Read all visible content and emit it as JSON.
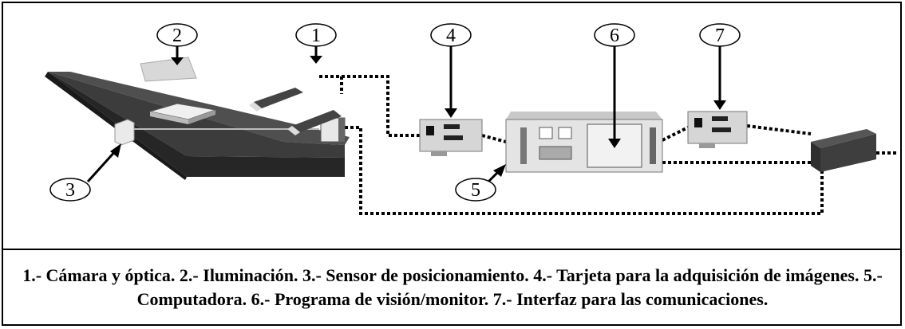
{
  "labels": [
    "1",
    "2",
    "3",
    "4",
    "5",
    "6",
    "7"
  ],
  "caption": "1.- Cámara y óptica. 2.- Iluminación. 3.- Sensor de posicionamiento. 4.- Tarjeta para la adquisición de imágenes. 5.- Computadora. 6.- Programa de visión/monitor. 7.- Interfaz para las comunicaciones.",
  "colors": {
    "conveyor_top": "#5a5a5a",
    "conveyor_side": "#2e2e2e",
    "device_face": "#dcdcdc",
    "device_dark": "#444444",
    "cable": "#000000"
  }
}
